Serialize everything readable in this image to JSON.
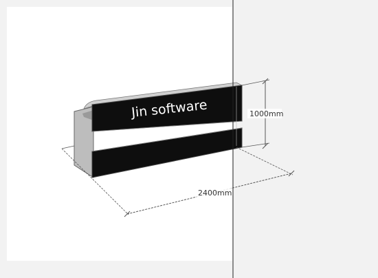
{
  "scene": {
    "banner_text": "Jin software",
    "dimension_height": "1000mm",
    "dimension_width": "2400mm"
  },
  "colors": {
    "panel_black": "#0e0e0e",
    "side_gray": "#bdbdbd",
    "side_dark": "#8a8a8a",
    "background_white": "#ffffff",
    "viewport_gray": "#f2f2f2",
    "dimension_line": "#555555",
    "axis_line": "#222222"
  }
}
